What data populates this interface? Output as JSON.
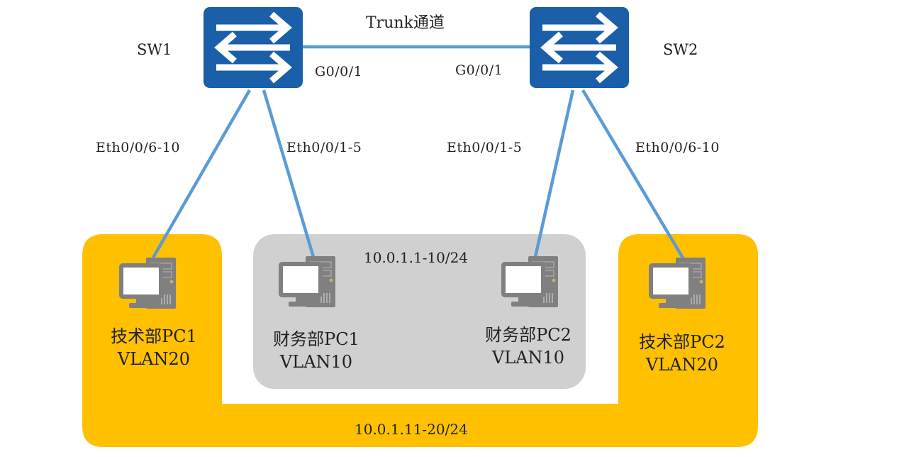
{
  "title_link": "Trunk通道",
  "colors": {
    "switch": "#1a5fa8",
    "link": "#5b9bd5",
    "vlan20_zone": "#ffc000",
    "vlan10_zone": "#d0d0d0",
    "pc_icon": "#808080"
  },
  "switches": [
    {
      "name": "SW1",
      "icon": "switch-icon",
      "uplink_port": "G0/0/1",
      "ports": {
        "vlan20": "Eth0/0/6-10",
        "vlan10": "Eth0/0/1-5"
      }
    },
    {
      "name": "SW2",
      "icon": "switch-icon",
      "uplink_port": "G0/0/1",
      "ports": {
        "vlan10": "Eth0/0/1-5",
        "vlan20": "Eth0/0/6-10"
      }
    }
  ],
  "pcs": [
    {
      "name": "技术部PC1",
      "vlan": "VLAN20",
      "icon": "pc-icon"
    },
    {
      "name": "财务部PC1",
      "vlan": "VLAN10",
      "icon": "pc-icon"
    },
    {
      "name": "财务部PC2",
      "vlan": "VLAN10",
      "icon": "pc-icon"
    },
    {
      "name": "技术部PC2",
      "vlan": "VLAN20",
      "icon": "pc-icon"
    }
  ],
  "zones": {
    "vlan10_subnet": "10.0.1.1-10/24",
    "vlan20_subnet": "10.0.1.11-20/24"
  }
}
